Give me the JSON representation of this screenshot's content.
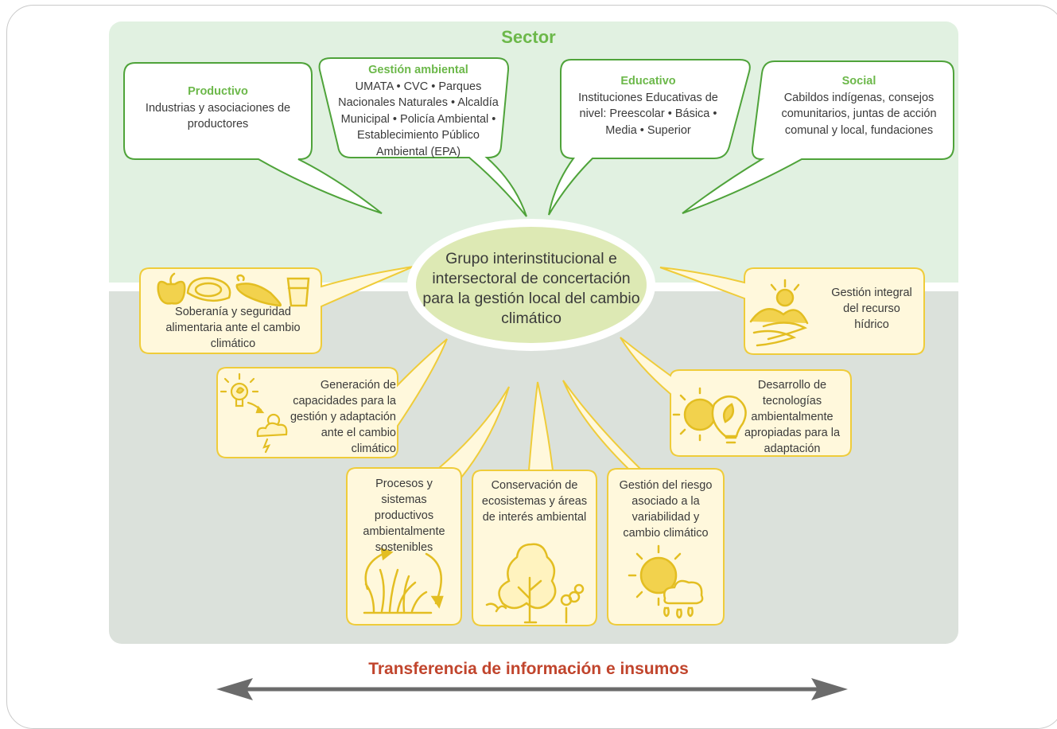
{
  "diagram": {
    "sector_title": "Sector",
    "center": "Grupo interinstitucional e intersectoral de concertación para la gestión local del cambio climático",
    "sectors": [
      {
        "title": "Productivo",
        "text": "Industrias y asociaciones de productores"
      },
      {
        "title": "Gestión ambiental",
        "text": "UMATA • CVC • Parques Nacionales Naturales • Alcaldía Municipal • Policía Ambiental • Establecimiento Público Ambiental (EPA)"
      },
      {
        "title": "Educativo",
        "text": "Instituciones Educativas de nivel: Preescolar • Básica • Media • Superior"
      },
      {
        "title": "Social",
        "text": "Cabildos indígenas, consejos comunitarios, juntas de acción comunal y local, fundaciones"
      }
    ],
    "themes": [
      {
        "text": "Soberanía y seguridad alimentaria ante el cambio climático",
        "icon": "food-icon"
      },
      {
        "text": "Gestión integral del recurso hídrico",
        "icon": "water-icon"
      },
      {
        "text": "Generación de capacidades para la gestión y adaptación ante el cambio climático",
        "icon": "lightbulb-storm-icon"
      },
      {
        "text": "Desarrollo de tecnologías ambientalmente apropiadas para la adaptación",
        "icon": "sun-bulb-icon"
      },
      {
        "text": "Procesos y sistemas productivos ambientalmente sostenibles",
        "icon": "grass-icon"
      },
      {
        "text": "Conservación de ecosistemas y áreas de interés ambiental",
        "icon": "tree-icon"
      },
      {
        "text": "Gestión del riesgo asociado a la variabilidad y cambio climático",
        "icon": "sun-cloud-icon"
      }
    ],
    "footer": "Transferencia de información e insumos",
    "colors": {
      "green": "#6cb84a",
      "green_stroke": "#4fa33a",
      "yellow": "#efcc3a",
      "red": "#c1452d",
      "arrow": "#6b6b6b"
    }
  }
}
